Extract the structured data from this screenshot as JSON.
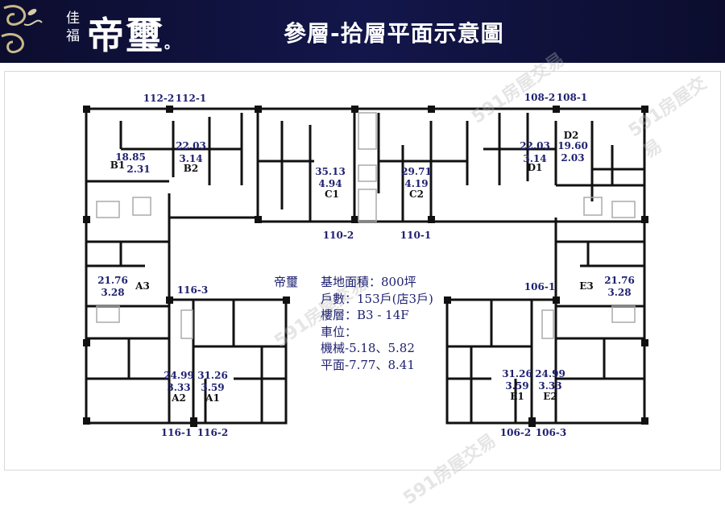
{
  "header": {
    "brand_prefix": "佳福",
    "brand_name": "帝璽",
    "brand_suffix": "。",
    "title": "參層-拾層平面示意圖"
  },
  "watermark": "591房屋交易",
  "project_info": {
    "name": "帝璽",
    "lines": [
      "基地面積：800坪",
      "戶數：153戶(店3戶)",
      "樓層：B3 - 14F",
      "車位：",
      "機械-5.18、5.82",
      "平面-7.77、8.41"
    ]
  },
  "units": {
    "B1": {
      "code": "B1",
      "area": "18.85",
      "public": "2.31"
    },
    "B2": {
      "code": "B2",
      "area": "22.03",
      "public": "3.14"
    },
    "C1": {
      "code": "C1",
      "area": "35.13",
      "public": "4.94"
    },
    "C2": {
      "code": "C2",
      "area": "29.71",
      "public": "4.19"
    },
    "D1": {
      "code": "D1",
      "area": "22.03",
      "public": "3.14"
    },
    "D2": {
      "code": "D2",
      "area": "19.60",
      "public": "2.03"
    },
    "A3": {
      "code": "A3",
      "area": "21.76",
      "public": "3.28"
    },
    "E3": {
      "code": "E3",
      "area": "21.76",
      "public": "3.28"
    },
    "A2": {
      "code": "A2",
      "area": "24.99",
      "public": "3.33"
    },
    "A1": {
      "code": "A1",
      "area": "31.26",
      "public": "3.59"
    },
    "E1": {
      "code": "E1",
      "area": "31.26",
      "public": "3.59"
    },
    "E2": {
      "code": "E2",
      "area": "24.99",
      "public": "3.33"
    }
  },
  "addresses": {
    "a112_2": "112-2",
    "a112_1": "112-1",
    "a110_2": "110-2",
    "a110_1": "110-1",
    "a108_2": "108-2",
    "a108_1": "108-1",
    "a116_3": "116-3",
    "a106_1": "106-1",
    "a116_1": "116-1",
    "a116_2": "116-2",
    "a106_2": "106-2",
    "a106_3": "106-3"
  }
}
